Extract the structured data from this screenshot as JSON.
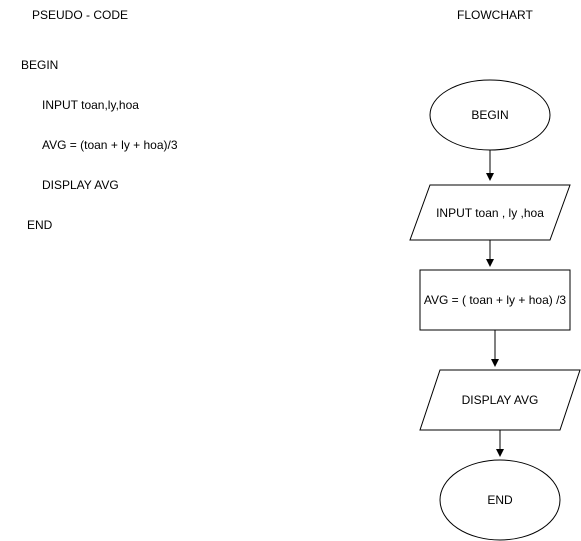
{
  "pseudocode": {
    "heading": "PSEUDO - CODE",
    "lines": [
      "BEGIN",
      "INPUT toan,ly,hoa",
      "AVG = (toan + ly + hoa)/3",
      "DISPLAY AVG",
      "END"
    ]
  },
  "flowchart": {
    "heading": "FLOWCHART",
    "nodes": [
      {
        "shape": "terminator",
        "label": "BEGIN"
      },
      {
        "shape": "input-output",
        "label": "INPUT  toan , ly ,hoa"
      },
      {
        "shape": "process",
        "label": "AVG = ( toan + ly + hoa) /3"
      },
      {
        "shape": "input-output",
        "label": "DISPLAY AVG"
      },
      {
        "shape": "terminator",
        "label": "END"
      }
    ]
  }
}
